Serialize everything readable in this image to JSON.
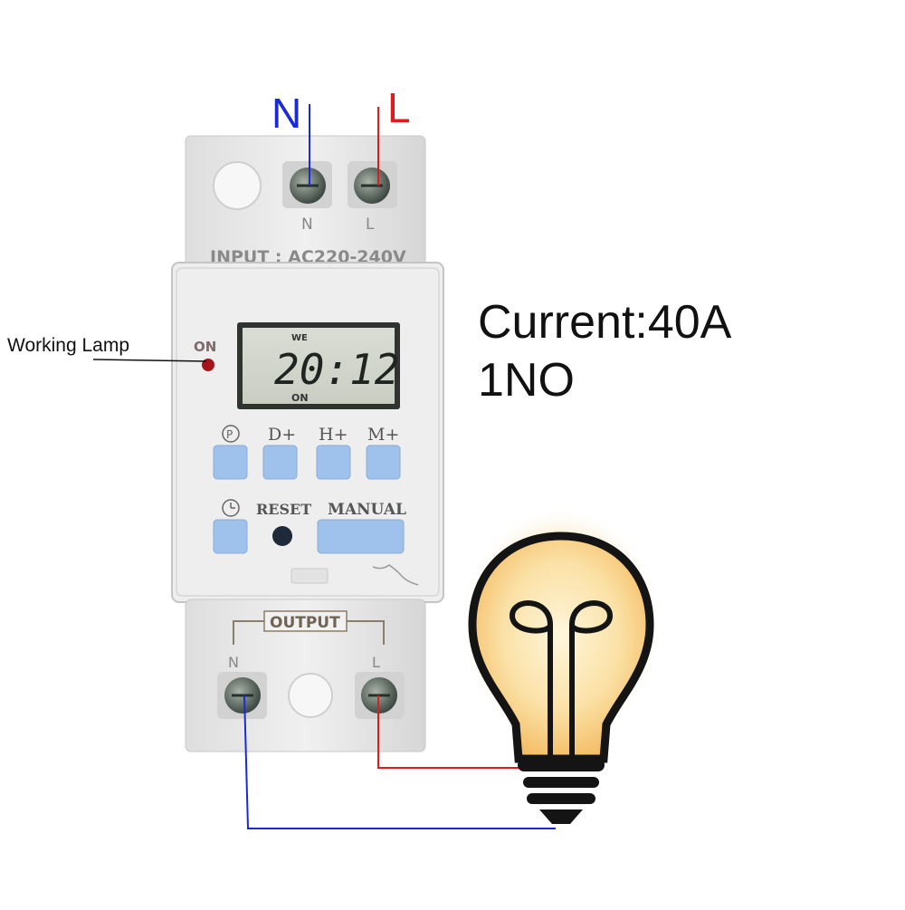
{
  "wires": {
    "neutral_label": "N",
    "live_label": "L",
    "neutral_color": "#1a2bd6",
    "live_color": "#e01b1b"
  },
  "device": {
    "terminal_n": "N",
    "terminal_l": "L",
    "input_rating": "INPUT : AC220-240V",
    "indicator_label": "ON",
    "lcd": {
      "day": "WE",
      "time": "20:12",
      "status": "ON"
    },
    "buttons": {
      "program_symbol": "P",
      "day_plus": "D+",
      "hour_plus": "H+",
      "minute_plus": "M+",
      "reset": "RESET",
      "manual": "MANUAL"
    },
    "output_label": "OUTPUT",
    "output_n": "N",
    "output_l": "L",
    "button_color": "#9fc2ec",
    "body_color": "#e9e9e9"
  },
  "annotations": {
    "working_lamp": "Working Lamp"
  },
  "specs": {
    "current": "Current:40A",
    "contact": "1NO"
  },
  "bulb": {
    "glow_color": "#f7c96b"
  }
}
